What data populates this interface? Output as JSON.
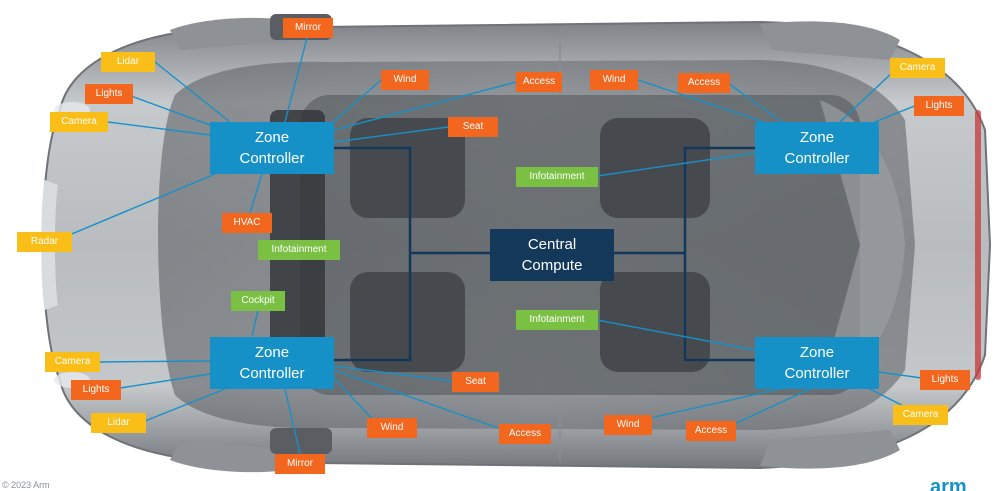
{
  "zone_controller": [
    "Zone",
    "Controller"
  ],
  "central_compute": [
    "Central",
    "Compute"
  ],
  "labels": {
    "mirror": "Mirror",
    "lidar": "Lidar",
    "lights": "Lights",
    "camera": "Camera",
    "radar": "Radar",
    "wind": "Wind",
    "access": "Access",
    "seat": "Seat",
    "hvac": "HVAC",
    "infotainment": "Infotainment",
    "cockpit": "Cockpit"
  },
  "footer_text": "© 2023 Arm",
  "logo_text": "arm",
  "colors": {
    "zone": "#1691c8",
    "central": "#13385a",
    "actuator": "#f2661e",
    "sensor": "#f9be17",
    "infotainment": "#7ac143"
  }
}
